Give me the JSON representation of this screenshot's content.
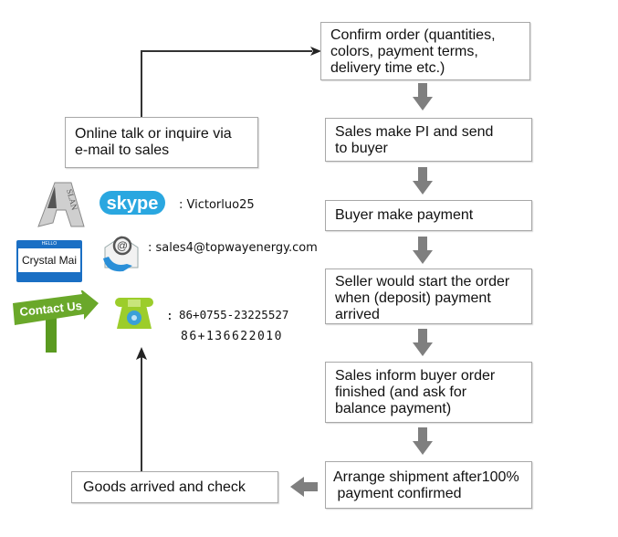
{
  "flow": {
    "steps": [
      {
        "id": "confirm-order",
        "lines": [
          "Confirm order (quantities,",
          "colors, payment terms,",
          "delivery time etc.)"
        ]
      },
      {
        "id": "sales-make-pi",
        "lines": [
          "Sales make PI and send",
          "to buyer"
        ]
      },
      {
        "id": "buyer-payment",
        "lines": [
          "Buyer make payment"
        ]
      },
      {
        "id": "seller-start",
        "lines": [
          "Seller would start the order",
          "when (deposit) payment",
          "arrived"
        ]
      },
      {
        "id": "inform-finished",
        "lines": [
          "Sales inform buyer order",
          "finished (and ask for",
          "balance payment)"
        ]
      },
      {
        "id": "arrange-shipment",
        "lines": [
          "Arrange shipment after100%",
          " payment confirmed"
        ]
      }
    ],
    "online": {
      "lines": [
        "Online talk or inquire via",
        "e-mail to sales"
      ]
    },
    "goods": {
      "lines": [
        "Goods arrived and check"
      ]
    }
  },
  "contact": {
    "skype_logo": "skype",
    "skype_label": ":  Victorluo25",
    "email_label": ": sales4@topwayenergy.com",
    "phone_sep": ":",
    "phone_1": "86+0755-23225527",
    "phone_2": "86+136622010",
    "name_tag": "Crystal Mai",
    "name_tag_header": "HELLO",
    "contact_sign": "Contact Us",
    "slan_logo": "SLAN"
  },
  "colors": {
    "arrow_gray": "#7f7f7f",
    "skype_blue": "#2aa7e0",
    "sign_green": "#6aa82a",
    "tag_blue": "#1a6fc4",
    "phone_green": "#9ccd2b"
  }
}
